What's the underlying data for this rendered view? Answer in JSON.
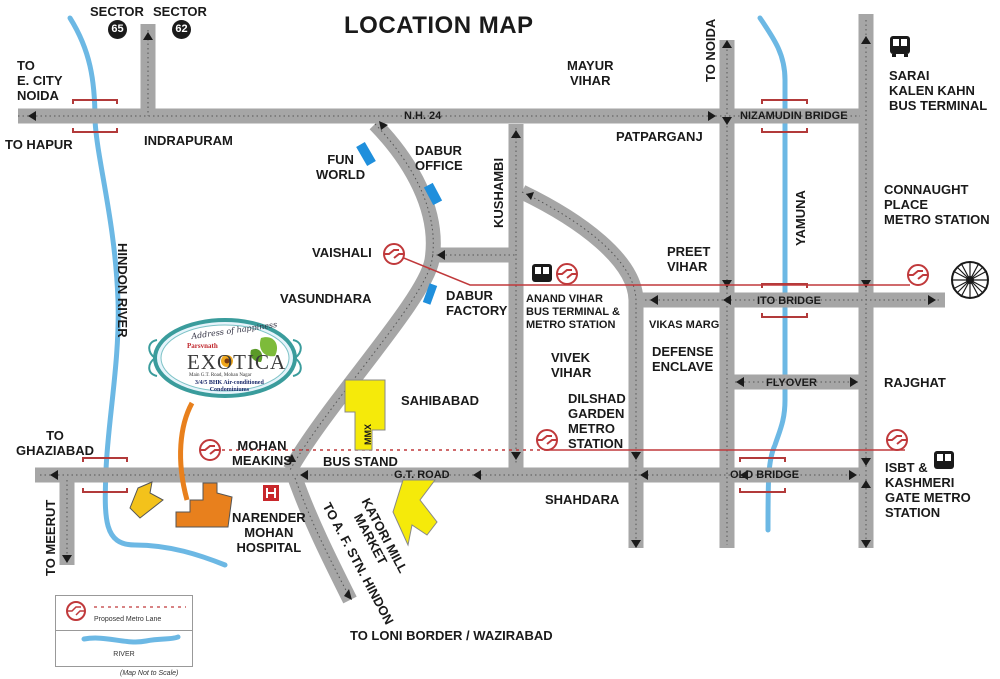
{
  "title": "LOCATION MAP",
  "colors": {
    "road": "#a6a6a6",
    "river": "#6cb8e4",
    "metro_line": "#c0393b",
    "bridge": "#b23a3a",
    "building_blue": "#1f8fdc",
    "building_yellow": "#f5ea0a",
    "building_gold": "#f3c21b",
    "building_orange": "#e8801d",
    "hospital": "#c8282c",
    "text": "#1a1a1a"
  },
  "sectors": [
    {
      "label": "SECTOR",
      "number": "65"
    },
    {
      "label": "SECTOR",
      "number": "62"
    }
  ],
  "places": {
    "to_e_city_noida": [
      "TO",
      "E. CITY",
      "NOIDA"
    ],
    "to_hapur": "TO HAPUR",
    "indrapuram": "INDRAPURAM",
    "fun_world": [
      "FUN",
      "WORLD"
    ],
    "dabur_office": [
      "DABUR",
      "OFFICE"
    ],
    "mayur_vihar": [
      "MAYUR",
      "VIHAR"
    ],
    "to_noida": "TO NOIDA",
    "patparganj": "PATPARGANJ",
    "kushambi": "KUSHAMBI",
    "sarai_kale_khan": [
      "SARAI",
      "KALEN KAHN",
      "BUS TERMINAL"
    ],
    "connaught_place": [
      "CONNAUGHT",
      "PLACE",
      "METRO STATION"
    ],
    "yamuna": "YAMUNA",
    "hindon_river": "HINDON RIVER",
    "vaishali": "VAISHALI",
    "vasundhara": "VASUNDHARA",
    "dabur_factory": [
      "DABUR",
      "FACTORY"
    ],
    "anand_vihar": [
      "ANAND VIHAR",
      "BUS TERMINAL &",
      "METRO STATION"
    ],
    "preet_vihar": [
      "PREET",
      "VIHAR"
    ],
    "vikas_marg": "VIKAS MARG",
    "vivek_vihar": [
      "VIVEK",
      "VIHAR"
    ],
    "defense_enclave": [
      "DEFENSE",
      "ENCLAVE"
    ],
    "rajghat": "RAJGHAT",
    "sahibabad": "SAHIBABAD",
    "dilshad_garden": [
      "DILSHAD",
      "GARDEN",
      "METRO",
      "STATION"
    ],
    "to_ghaziabad": [
      "TO",
      "GHAZIABAD"
    ],
    "mohan_meakins": [
      "MOHAN",
      "MEAKINS"
    ],
    "bus_stand": "BUS STAND",
    "isbt": [
      "ISBT &",
      "KASHMERI",
      "GATE METRO",
      "STATION"
    ],
    "shahdara": "SHAHDARA",
    "narender_mohan": [
      "NARENDER",
      "MOHAN",
      "HOSPITAL"
    ],
    "to_meerut": "TO MEERUT",
    "to_af_stn": "TO A. F. STN. HINDON",
    "katori_mill": [
      "KATORI MILL",
      "MARKET"
    ],
    "to_loni": "TO LONI BORDER / WAZIRABAD",
    "mmx": "MMX"
  },
  "roads": {
    "nh24": "N.H. 24",
    "nizamudin_bridge": "NIZAMUDIN BRIDGE",
    "ito_bridge": "ITO BRIDGE",
    "flyover": "FLYOVER",
    "gt_road": "G.T. ROAD",
    "old_bridge": "OLD BRIDGE"
  },
  "project": {
    "tagline": "Address of happiness",
    "brand": "Parsvnath",
    "name": "EXOTICA",
    "address": "Main G.T. Road, Mohan Nagar",
    "description_1": "3/4/5 BHK Air-conditioned",
    "description_2": "Condominiums"
  },
  "legend": {
    "metro": "Proposed Metro Lane",
    "river": "RIVER"
  },
  "note": "(Map Not to Scale)"
}
